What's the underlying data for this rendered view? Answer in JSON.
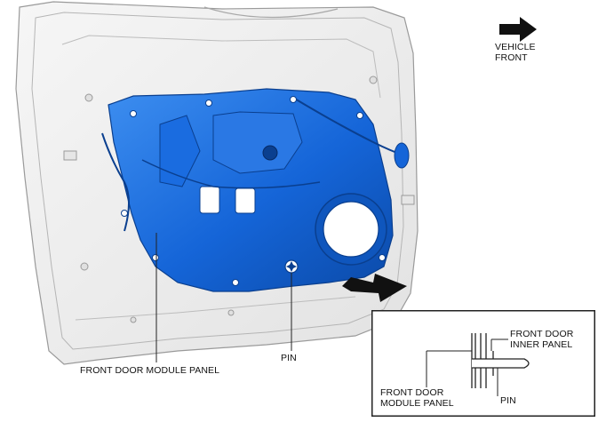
{
  "orientation": {
    "line1": "VEHICLE",
    "line2": "FRONT"
  },
  "callouts": {
    "module_panel": "FRONT DOOR MODULE PANEL",
    "pin": "PIN"
  },
  "inset": {
    "inner_panel_line1": "FRONT DOOR",
    "inner_panel_line2": "INNER PANEL",
    "module_panel_line1": "FRONT DOOR",
    "module_panel_line2": "MODULE PANEL",
    "pin": "PIN"
  },
  "colors": {
    "module_panel": "#1565d8",
    "door_frame": "#eeeeee",
    "door_outline": "#9a9a9a",
    "arrow": "#111111"
  }
}
